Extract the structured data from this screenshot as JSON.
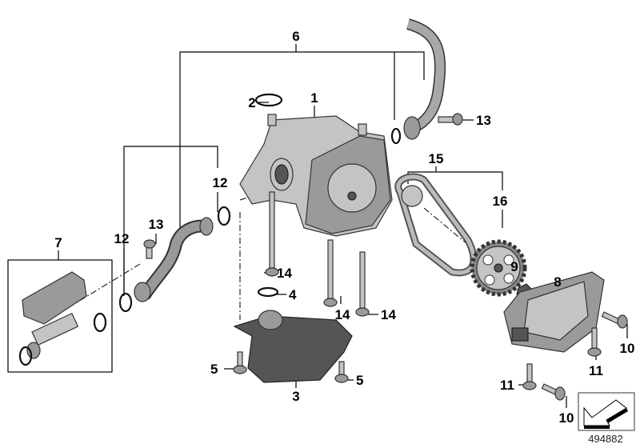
{
  "diagram": {
    "callouts": {
      "c1": "1",
      "c2": "2",
      "c3": "3",
      "c4": "4",
      "c5a": "5",
      "c5b": "5",
      "c6": "6",
      "c7": "7",
      "c8": "8",
      "c9": "9",
      "c10a": "10",
      "c10b": "10",
      "c11a": "11",
      "c11b": "11",
      "c12a": "12",
      "c12b": "12",
      "c13a": "13",
      "c13b": "13",
      "c14a": "14",
      "c14b": "14",
      "c14c": "14",
      "c15": "15",
      "c16": "16"
    },
    "reference_number": "494882"
  }
}
